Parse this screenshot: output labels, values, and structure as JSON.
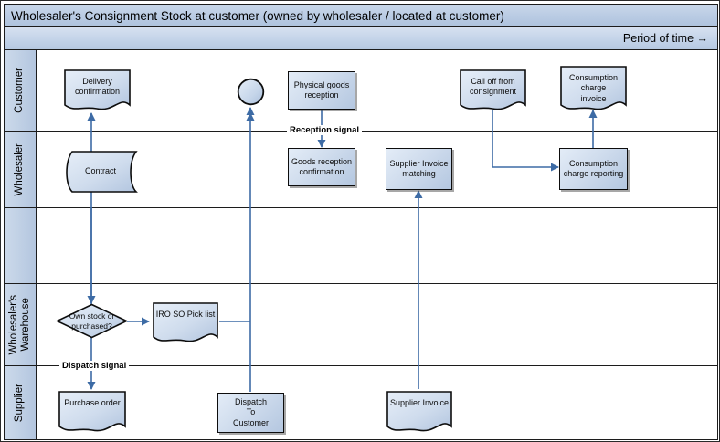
{
  "header": {
    "title": "Wholesaler's Consignment Stock at customer (owned by wholesaler / located at customer)",
    "period_label": "Period of time →"
  },
  "lanes": [
    {
      "id": "customer",
      "label": "Customer"
    },
    {
      "id": "wholesaler",
      "label": "Wholesaler"
    },
    {
      "id": "blank",
      "label": ""
    },
    {
      "id": "warehouse",
      "label": "Wholesaler's\nWarehouse"
    },
    {
      "id": "supplier",
      "label": "Supplier"
    }
  ],
  "signals": [
    {
      "id": "reception-signal",
      "label": "Reception signal"
    },
    {
      "id": "dispatch-signal",
      "label": "Dispatch signal"
    }
  ],
  "nodes": [
    {
      "id": "delivery-confirmation",
      "label": "Delivery\nconfirmation",
      "shape": "document",
      "lane": "customer"
    },
    {
      "id": "junction-circle",
      "label": "",
      "shape": "circle",
      "lane": "customer"
    },
    {
      "id": "physical-goods-reception",
      "label": "Physical goods\nreception",
      "shape": "process",
      "lane": "customer"
    },
    {
      "id": "call-off-from-consignment",
      "label": "Call off from\nconsignment",
      "shape": "document",
      "lane": "customer"
    },
    {
      "id": "consumption-charge-invoice",
      "label": "Consumption\ncharge\ninvoice",
      "shape": "document",
      "lane": "customer"
    },
    {
      "id": "contract",
      "label": "Contract",
      "shape": "data",
      "lane": "wholesaler"
    },
    {
      "id": "goods-reception-confirmation",
      "label": "Goods reception\nconfirmation",
      "shape": "process",
      "lane": "wholesaler"
    },
    {
      "id": "supplier-invoice-matching",
      "label": "Supplier Invoice\nmatching",
      "shape": "process",
      "lane": "wholesaler"
    },
    {
      "id": "consumption-charge-reporting",
      "label": "Consumption\ncharge reporting",
      "shape": "process",
      "lane": "wholesaler"
    },
    {
      "id": "own-stock-or-purchased",
      "label": "Own stock or\npurchased?",
      "shape": "diamond",
      "lane": "warehouse"
    },
    {
      "id": "iro-so-pick-list",
      "label": "IRO SO Pick list",
      "shape": "document",
      "lane": "warehouse"
    },
    {
      "id": "purchase-order",
      "label": "Purchase order",
      "shape": "document",
      "lane": "supplier"
    },
    {
      "id": "dispatch-to-customer",
      "label": "Dispatch\nTo\nCustomer",
      "shape": "process",
      "lane": "supplier"
    },
    {
      "id": "supplier-invoice",
      "label": "Supplier Invoice",
      "shape": "document",
      "lane": "supplier"
    }
  ],
  "colors": {
    "shape_fill_light": "#e3ecf7",
    "shape_fill_dark": "#b4c7e0",
    "shape_border": "#0d0d0d",
    "lane_header_fill": "#c2d2e6",
    "connector": "#3d6ba5",
    "lane_divider": "#1c1c1c"
  }
}
